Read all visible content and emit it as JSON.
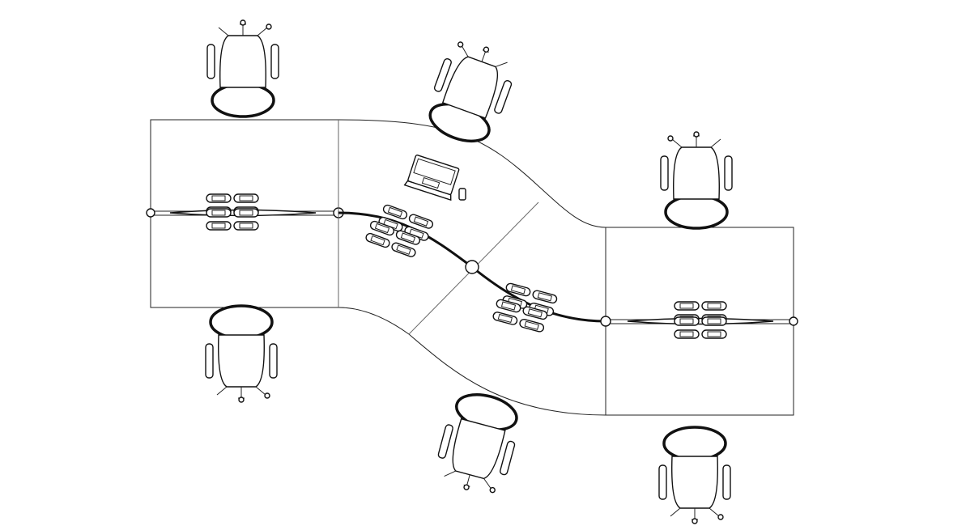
{
  "diagram": {
    "type": "office-workstation-floorplan",
    "colors": {
      "stroke": "#111111",
      "background": "#ffffff",
      "divider": "#666666"
    },
    "items": [
      "desk-left",
      "desk-curved-middle",
      "desk-right",
      "chair",
      "laptop",
      "phone",
      "power-module"
    ]
  }
}
